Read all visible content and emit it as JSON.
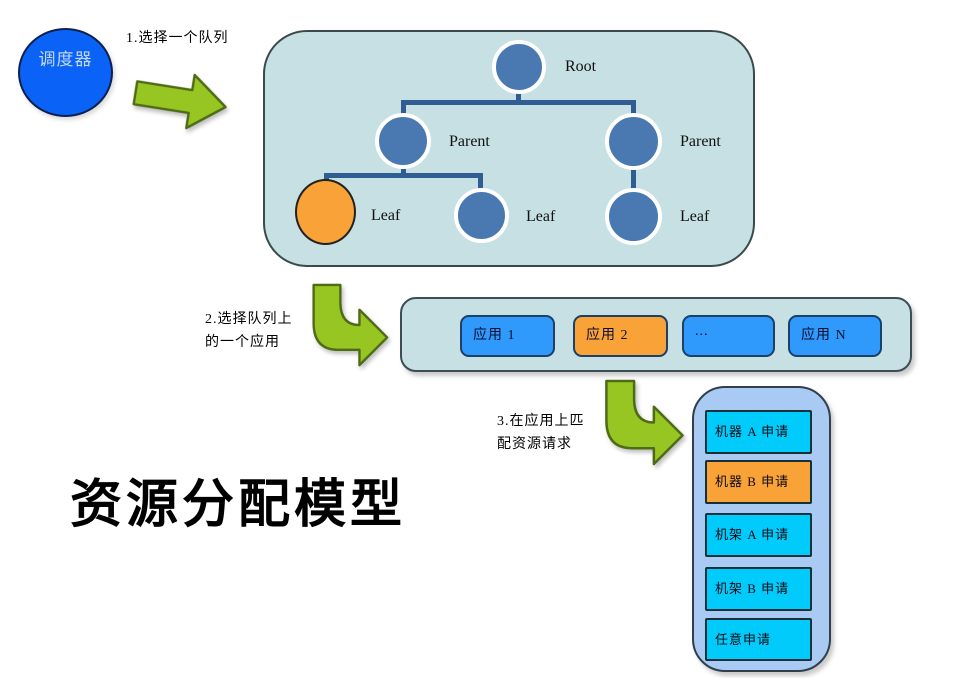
{
  "page_title": "资源分配模型",
  "scheduler_label": "调度器",
  "steps": {
    "step1": {
      "line1": "1.选择一个队列"
    },
    "step2": {
      "line1": "2.选择队列上",
      "line2": "的一个应用"
    },
    "step3": {
      "line1": "3.在应用上匹",
      "line2": "配资源请求"
    }
  },
  "queue_tree": {
    "root": "Root",
    "parent_left": "Parent",
    "parent_right": "Parent",
    "leaf_selected": "Leaf",
    "leaf_middle": "Leaf",
    "leaf_right": "Leaf"
  },
  "apps": [
    {
      "label": "应用 1",
      "highlighted": false
    },
    {
      "label": "应用 2",
      "highlighted": true
    },
    {
      "label": "...",
      "highlighted": false
    },
    {
      "label": "应用 N",
      "highlighted": false
    }
  ],
  "requests": [
    {
      "label": "机器 A 申请",
      "highlighted": false
    },
    {
      "label": "机器 B 申请",
      "highlighted": true
    },
    {
      "label": "机架 A 申请",
      "highlighted": false
    },
    {
      "label": "机架 B 申请",
      "highlighted": false
    },
    {
      "label": "任意申请",
      "highlighted": false
    }
  ],
  "colors": {
    "scheduler_blue": "#0a62f7",
    "node_blue": "#4a79b2",
    "highlight_orange": "#f9a237",
    "panel_pale_cyan": "#c6e0e3",
    "panel_light_blue": "#a9cbf3",
    "app_blue": "#2f99fc",
    "request_cyan": "#00cbfb",
    "arrow_green": "#97c622",
    "connector_blue": "#305e92"
  }
}
